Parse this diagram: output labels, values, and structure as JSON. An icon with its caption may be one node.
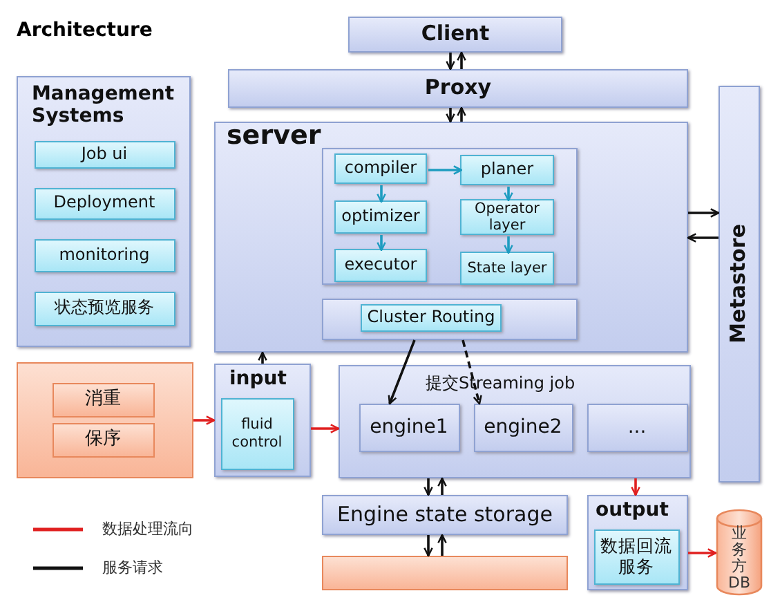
{
  "diagram": {
    "title": "Architecture",
    "nodes": [
      {
        "text": [
          "Client"
        ]
      },
      {
        "text": [
          "Proxy"
        ]
      },
      {
        "text": [
          "Management Systems"
        ]
      },
      {
        "text": [
          "Job ui"
        ],
        "in": 2
      },
      {
        "text": [
          "Deployment"
        ],
        "in": 2
      },
      {
        "text": [
          "monitoring"
        ],
        "in": 2
      },
      {
        "text": [
          "状态预览服务"
        ],
        "in": 2
      },
      {
        "text": [
          "server"
        ]
      },
      {
        "text": [],
        "shape": "box",
        "in": 7
      },
      {
        "text": [
          "compiler"
        ],
        "in": 8
      },
      {
        "text": [
          "planer"
        ],
        "in": 8
      },
      {
        "text": [
          "optimizer"
        ],
        "in": 8
      },
      {
        "text": [
          "Operator layer"
        ],
        "in": 8
      },
      {
        "text": [
          "executor"
        ],
        "in": 8
      },
      {
        "text": [
          "State layer"
        ],
        "in": 8
      },
      {
        "text": [],
        "shape": "box",
        "in": 7
      },
      {
        "text": [
          "Cluster Routing"
        ],
        "in": 15
      },
      {
        "text": [
          "Metastore"
        ]
      },
      {
        "text": [],
        "shape": "box"
      },
      {
        "text": [
          "消重"
        ],
        "in": 18
      },
      {
        "text": [
          "保序"
        ],
        "in": 18
      },
      {
        "text": [
          "input"
        ]
      },
      {
        "text": [
          "fluid control"
        ],
        "in": 21
      },
      {
        "text": [
          "提交Streaming job"
        ]
      },
      {
        "text": [
          "engine1"
        ],
        "in": 23
      },
      {
        "text": [
          "engine2"
        ],
        "in": 23
      },
      {
        "text": [
          "..."
        ],
        "in": 23
      },
      {
        "text": [
          "Engine state storage"
        ]
      },
      {
        "text": [],
        "shape": "box"
      },
      {
        "text": [
          "output"
        ]
      },
      {
        "text": [
          "数据回流服务"
        ],
        "in": 29
      },
      {
        "text": [
          "业务方DB"
        ]
      }
    ],
    "edges": [
      {
        "from": 0,
        "to": 1,
        "arrow": "to"
      },
      {
        "from": 1,
        "to": 0,
        "arrow": "to"
      },
      {
        "from": 1,
        "to": 7,
        "arrow": "to"
      },
      {
        "from": 7,
        "to": 1,
        "arrow": "to"
      },
      {
        "from": 9,
        "to": 10,
        "arrow": "to",
        "color": "#1e9cc0"
      },
      {
        "from": 9,
        "to": 11,
        "arrow": "to",
        "color": "#1e9cc0"
      },
      {
        "from": 11,
        "to": 13,
        "arrow": "to",
        "color": "#1e9cc0"
      },
      {
        "from": 10,
        "to": 12,
        "arrow": "to",
        "color": "#1e9cc0"
      },
      {
        "from": 12,
        "to": 14,
        "arrow": "to",
        "color": "#1e9cc0"
      },
      {
        "from": 7,
        "to": 17,
        "arrow": "to"
      },
      {
        "from": 17,
        "to": 7,
        "arrow": "to"
      },
      {
        "from": 21,
        "to": 7,
        "arrow": "to"
      },
      {
        "from": 15,
        "to": 24,
        "arrow": "to"
      },
      {
        "from": 15,
        "to": 25,
        "arrow": "to",
        "style": "dashed"
      },
      {
        "from": 18,
        "to": 21,
        "arrow": "to",
        "color": "#e02020"
      },
      {
        "from": 21,
        "to": 23,
        "arrow": "to",
        "color": "#e02020"
      },
      {
        "from": 23,
        "to": 27,
        "arrow": "to"
      },
      {
        "from": 27,
        "to": 23,
        "arrow": "to"
      },
      {
        "from": 27,
        "to": 28,
        "arrow": "to"
      },
      {
        "from": 28,
        "to": 27,
        "arrow": "to"
      },
      {
        "from": 23,
        "to": 29,
        "arrow": "to",
        "color": "#e02020"
      },
      {
        "from": 29,
        "to": 31,
        "arrow": "to",
        "color": "#e02020"
      }
    ],
    "legend": [
      {
        "text": "数据处理流向"
      },
      {
        "text": "服务请求"
      }
    ]
  }
}
